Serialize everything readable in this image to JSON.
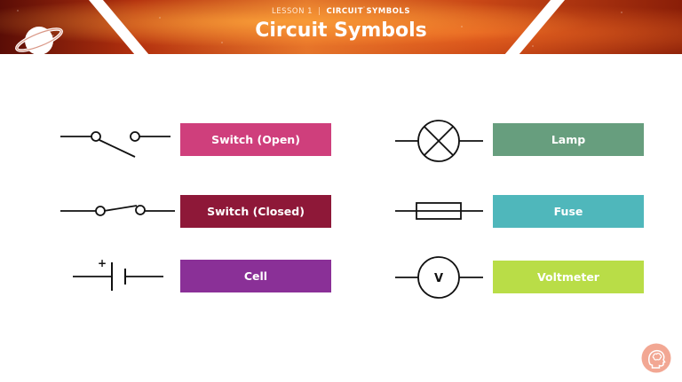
{
  "header": {
    "lesson": "LESSON 1",
    "separator": "|",
    "topic": "CIRCUIT SYMBOLS",
    "title": "Circuit Symbols"
  },
  "symbols": [
    {
      "label": "Switch (Open)",
      "color": "#cf3f7c",
      "icon": "open-switch-symbol"
    },
    {
      "label": "Switch (Closed)",
      "color": "#8e1838",
      "icon": "closed-switch-symbol"
    },
    {
      "label": "Cell",
      "color": "#8a3097",
      "icon": "cell-symbol",
      "sign": "+"
    },
    {
      "label": "Lamp",
      "color": "#679e7e",
      "icon": "lamp-symbol"
    },
    {
      "label": "Fuse",
      "color": "#4fb7bb",
      "icon": "fuse-symbol"
    },
    {
      "label": "Voltmeter",
      "color": "#b9dd47",
      "icon": "voltmeter-symbol",
      "sign": "V"
    }
  ],
  "colors": {
    "badge": "#f2a793",
    "badge_icon": "#ffffff"
  }
}
